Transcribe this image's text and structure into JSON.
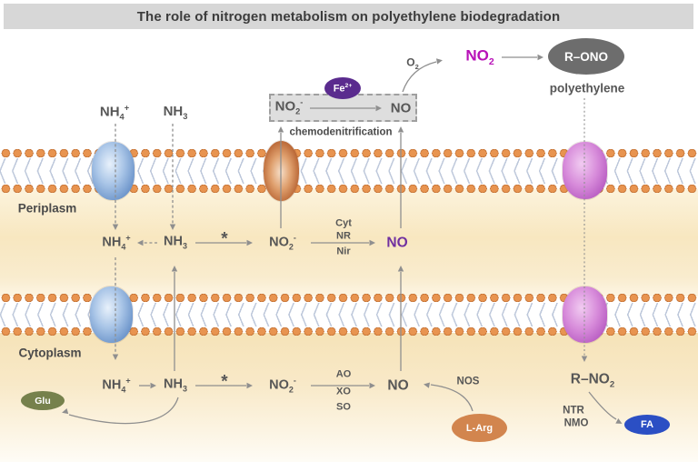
{
  "title": "The role of nitrogen metabolism on polyethylene biodegradation",
  "extracellular": {
    "nh4": "NH~4~^+^",
    "nh3": "NH~3~"
  },
  "top_pathway": {
    "o2": "O~2~",
    "no2_gas": "NO~2~",
    "r_ono": "R–ONO",
    "polyethylene": "polyethylene"
  },
  "chemo_box": {
    "no2": "NO~2~^-^",
    "no": "NO",
    "fe": "Fe^2+^",
    "label": "chemodenitrification"
  },
  "compartments": {
    "periplasm": "Periplasm",
    "cytoplasm": "Cytoplasm"
  },
  "periplasm_row": {
    "nh4": "NH~4~^+^",
    "nh3": "NH~3~",
    "asterisk": "*",
    "no2": "NO~2~^-^",
    "enzymes": [
      "Cyt",
      "NR",
      "Nir"
    ],
    "no": "NO"
  },
  "cytoplasm_row": {
    "nh4": "NH~4~^+^",
    "nh3": "NH~3~",
    "asterisk": "*",
    "no2": "NO~2~^-^",
    "enzymes": [
      "AO",
      "XO",
      "SO"
    ],
    "no": "NO",
    "nos": "NOS",
    "l_arg": "L-Arg",
    "glu": "Glu"
  },
  "bottom_right": {
    "r_no2": "R–NO~2~",
    "ntr": "NTR",
    "nmo": "NMO",
    "fa": "FA"
  },
  "colors": {
    "no_periplasm": "#7030a0",
    "no2_gas": "#b812b8",
    "fe_badge": "#5a2b8e",
    "glu_badge": "#76814c",
    "l_arg_badge": "#d2854e",
    "fa_badge": "#2b4fc4",
    "r_ono_badge": "#6d6d6d",
    "membrane_head": "#e89450",
    "title_bar": "#d7d7d7"
  }
}
